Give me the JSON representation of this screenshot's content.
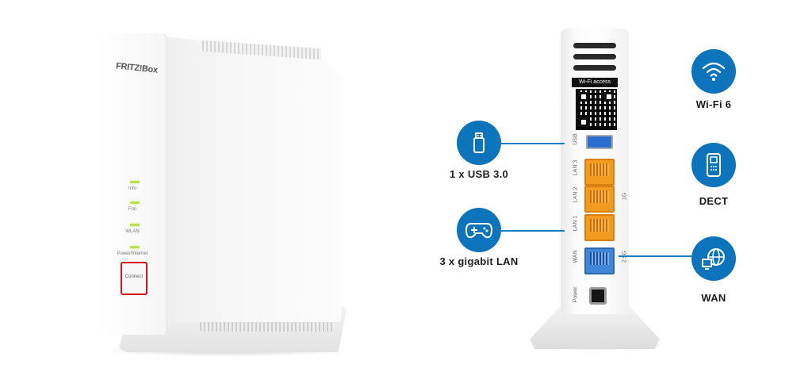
{
  "features": {
    "usb": {
      "label": "1 x USB 3.0",
      "icon": "usb-icon"
    },
    "lan": {
      "label": "3 x gigabit LAN",
      "icon": "gamepad-icon"
    },
    "wifi": {
      "label": "Wi-Fi 6",
      "icon": "wifi-icon"
    },
    "dect": {
      "label": "DECT",
      "icon": "cordless-phone-icon"
    },
    "wan": {
      "label": "WAN",
      "icon": "globe-icon"
    }
  },
  "front_router": {
    "logo": "FRITZ!Box",
    "leds": [
      "Info",
      "Fon",
      "WLAN",
      "Power/Internet"
    ],
    "button": "Connect"
  },
  "back_router": {
    "wifi_access_label": "Wi-Fi access",
    "ports": {
      "usb": "USB",
      "lan3": "LAN 3",
      "lan2": "LAN 2",
      "lan1": "LAN 1",
      "lan_speed": "1G",
      "wan": "WAN",
      "wan_speed": "2.5G",
      "power": "Power"
    }
  },
  "colors": {
    "accent": "#0c74bb",
    "lan_port": "#f29b1f",
    "wan_port": "#3f86d9",
    "led": "#b9e04b",
    "connect_border": "#d3111b"
  }
}
